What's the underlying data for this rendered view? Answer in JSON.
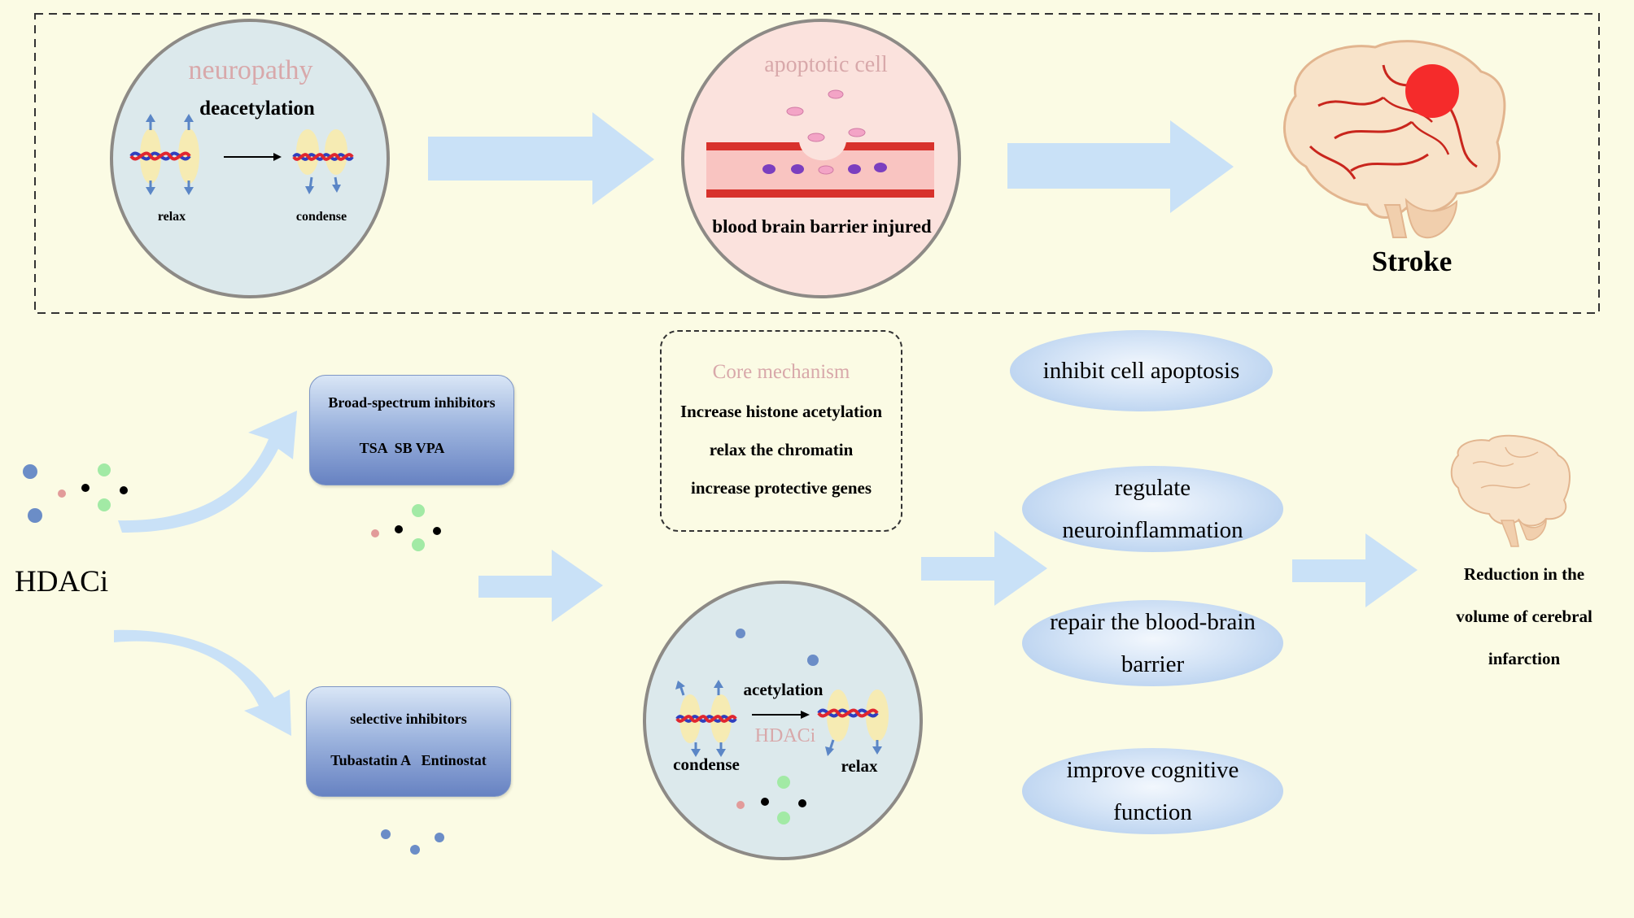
{
  "top_panel": {
    "neuropathy": {
      "title": "neuropathy",
      "process": "deacetylation",
      "left_label": "relax",
      "right_label": "condense"
    },
    "bbb": {
      "title": "apoptotic cell",
      "caption": "blood brain barrier injured"
    },
    "stroke": {
      "label": "Stroke"
    }
  },
  "hdaci": {
    "label": "HDACi"
  },
  "broad": {
    "title": "Broad-spectrum inhibitors",
    "examples": "TSA  SB VPA"
  },
  "selective": {
    "title": "selective inhibitors",
    "examples": "Tubastatin A   Entinostat"
  },
  "core": {
    "title": "Core mechanism",
    "lines": [
      "Increase histone acetylation",
      "relax the chromatin",
      "increase protective genes"
    ]
  },
  "acetylation_circle": {
    "process": "acetylation",
    "agent": "HDACi",
    "left_label": "condense",
    "right_label": "relax"
  },
  "effects": [
    "inhibit cell apoptosis",
    "regulate neuroinflammation",
    "repair the blood-brain barrier",
    "improve cognitive function"
  ],
  "outcome": {
    "lines": [
      "Reduction in the",
      "volume of cerebral",
      "infarction"
    ]
  },
  "colors": {
    "background": "#fbfbe4",
    "arrow": "#c9e1f7",
    "circle_blue": "#dce9ec",
    "circle_pink": "#fbe2dd",
    "stroke_red": "#f52b2b"
  }
}
